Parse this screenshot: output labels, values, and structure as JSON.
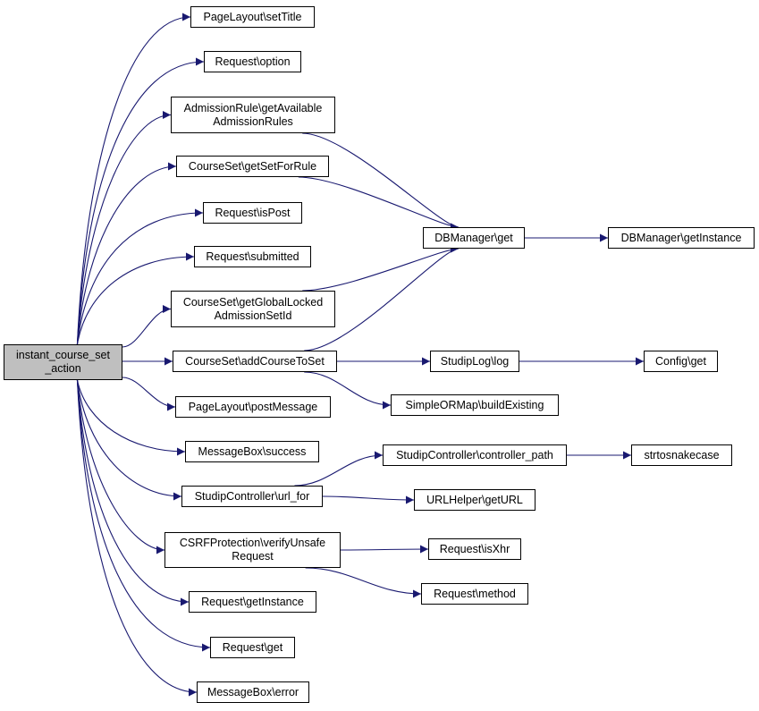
{
  "graph": {
    "edge_color": "#191970",
    "root_fill": "#bfbfbf",
    "nodes": [
      {
        "id": "root",
        "lines": [
          "instant_course_set",
          "_action"
        ]
      },
      {
        "id": "pl_settitle",
        "lines": [
          "PageLayout\\setTitle"
        ]
      },
      {
        "id": "req_option",
        "lines": [
          "Request\\option"
        ]
      },
      {
        "id": "ar_getavail",
        "lines": [
          "AdmissionRule\\getAvailable",
          "AdmissionRules"
        ]
      },
      {
        "id": "cs_getsetforrule",
        "lines": [
          "CourseSet\\getSetForRule"
        ]
      },
      {
        "id": "req_ispost",
        "lines": [
          "Request\\isPost"
        ]
      },
      {
        "id": "req_submitted",
        "lines": [
          "Request\\submitted"
        ]
      },
      {
        "id": "cs_getgloballocked",
        "lines": [
          "CourseSet\\getGlobalLocked",
          "AdmissionSetId"
        ]
      },
      {
        "id": "cs_addcoursetoset",
        "lines": [
          "CourseSet\\addCourseToSet"
        ]
      },
      {
        "id": "pl_postmessage",
        "lines": [
          "PageLayout\\postMessage"
        ]
      },
      {
        "id": "mb_success",
        "lines": [
          "MessageBox\\success"
        ]
      },
      {
        "id": "sc_urlfor",
        "lines": [
          "StudipController\\url_for"
        ]
      },
      {
        "id": "csrf_verify",
        "lines": [
          "CSRFProtection\\verifyUnsafe",
          "Request"
        ]
      },
      {
        "id": "req_getinstance",
        "lines": [
          "Request\\getInstance"
        ]
      },
      {
        "id": "req_get",
        "lines": [
          "Request\\get"
        ]
      },
      {
        "id": "mb_error",
        "lines": [
          "MessageBox\\error"
        ]
      },
      {
        "id": "db_get",
        "lines": [
          "DBManager\\get"
        ]
      },
      {
        "id": "db_getinstance",
        "lines": [
          "DBManager\\getInstance"
        ]
      },
      {
        "id": "sl_log",
        "lines": [
          "StudipLog\\log"
        ]
      },
      {
        "id": "config_get",
        "lines": [
          "Config\\get"
        ]
      },
      {
        "id": "sorm_buildexisting",
        "lines": [
          "SimpleORMap\\buildExisting"
        ]
      },
      {
        "id": "sc_controllerpath",
        "lines": [
          "StudipController\\controller_path"
        ]
      },
      {
        "id": "strtosnakecase",
        "lines": [
          "strtosnakecase"
        ]
      },
      {
        "id": "urlh_geturl",
        "lines": [
          "URLHelper\\getURL"
        ]
      },
      {
        "id": "req_isxhr",
        "lines": [
          "Request\\isXhr"
        ]
      },
      {
        "id": "req_method",
        "lines": [
          "Request\\method"
        ]
      }
    ],
    "edges": [
      [
        "root",
        "pl_settitle"
      ],
      [
        "root",
        "req_option"
      ],
      [
        "root",
        "ar_getavail"
      ],
      [
        "root",
        "cs_getsetforrule"
      ],
      [
        "root",
        "req_ispost"
      ],
      [
        "root",
        "req_submitted"
      ],
      [
        "root",
        "cs_getgloballocked"
      ],
      [
        "root",
        "cs_addcoursetoset"
      ],
      [
        "root",
        "pl_postmessage"
      ],
      [
        "root",
        "mb_success"
      ],
      [
        "root",
        "sc_urlfor"
      ],
      [
        "root",
        "csrf_verify"
      ],
      [
        "root",
        "req_getinstance"
      ],
      [
        "root",
        "req_get"
      ],
      [
        "root",
        "mb_error"
      ],
      [
        "ar_getavail",
        "db_get"
      ],
      [
        "cs_getsetforrule",
        "db_get"
      ],
      [
        "cs_getgloballocked",
        "db_get"
      ],
      [
        "cs_addcoursetoset",
        "db_get"
      ],
      [
        "db_get",
        "db_getinstance"
      ],
      [
        "cs_addcoursetoset",
        "sl_log"
      ],
      [
        "cs_addcoursetoset",
        "sorm_buildexisting"
      ],
      [
        "sl_log",
        "config_get"
      ],
      [
        "sc_urlfor",
        "sc_controllerpath"
      ],
      [
        "sc_urlfor",
        "urlh_geturl"
      ],
      [
        "sc_controllerpath",
        "strtosnakecase"
      ],
      [
        "csrf_verify",
        "req_isxhr"
      ],
      [
        "csrf_verify",
        "req_method"
      ]
    ]
  }
}
